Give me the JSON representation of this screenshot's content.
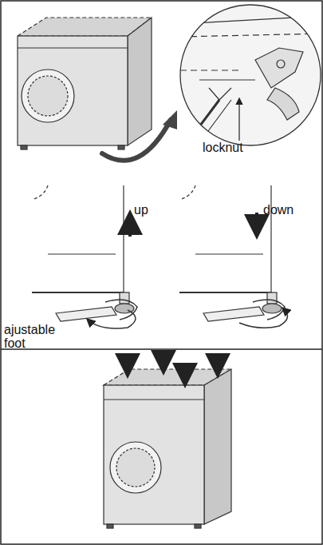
{
  "diagram": {
    "labels": [
      "locknut",
      "up",
      "down",
      "ajustable foot"
    ]
  }
}
